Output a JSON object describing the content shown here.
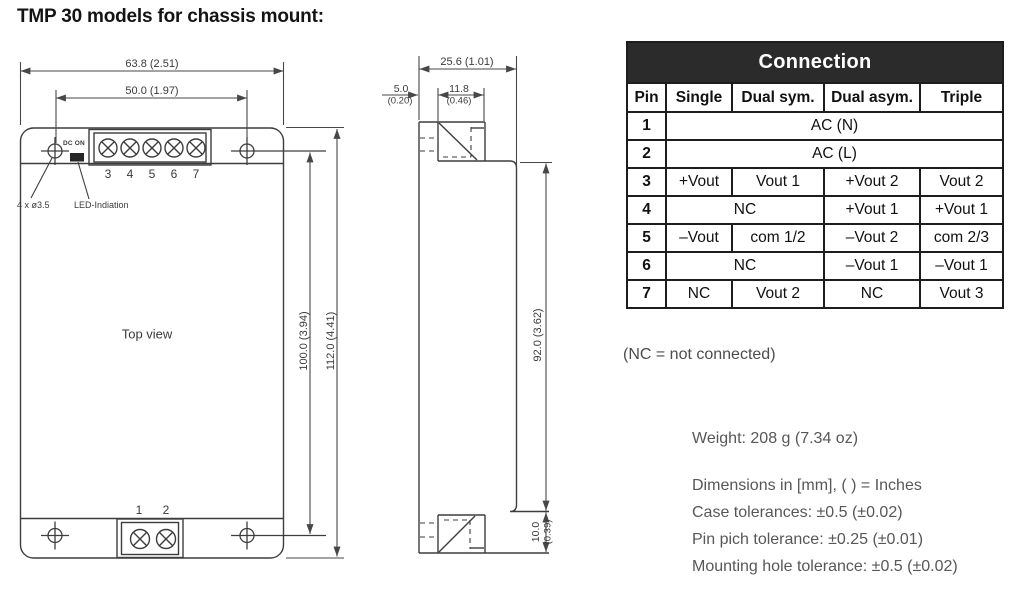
{
  "title": "TMP 30 models for chassis mount:",
  "front_view": {
    "view_label": "Top view",
    "dim_outer_width": "63.8 (2.51)",
    "dim_hole_width": "50.0 (1.97)",
    "dim_hole_height": "100.0 (3.94)",
    "dim_outer_height": "112.0 (4.41)",
    "led_status_label": "DC ON",
    "mounting_hole_note": "4 x ø3.5",
    "led_note": "LED-Indiation",
    "top_terminal_pins": [
      "3",
      "4",
      "5",
      "6",
      "7"
    ],
    "bottom_terminal_pins": [
      "1",
      "2"
    ]
  },
  "side_view": {
    "dim_depth": "25.6 (1.01)",
    "dim_terminal_offset_mm": "5.0",
    "dim_terminal_offset_in": "(0.20)",
    "dim_terminal_width_mm": "11.8",
    "dim_terminal_width_in": "(0.46)",
    "dim_body_height": "92.0 (3.62)",
    "dim_terminal_height_mm": "10.0",
    "dim_terminal_height_in": "(0.39)"
  },
  "connection_table": {
    "title": "Connection",
    "columns": [
      "Pin",
      "Single",
      "Dual sym.",
      "Dual asym.",
      "Triple"
    ],
    "rows": [
      {
        "pin": "1",
        "all": "AC (N)"
      },
      {
        "pin": "2",
        "all": "AC (L)"
      },
      {
        "pin": "3",
        "single": "+Vout",
        "dual_sym": "Vout 1",
        "dual_asym": "+Vout 2",
        "triple": "Vout 2"
      },
      {
        "pin": "4",
        "single_dual": "NC",
        "dual_asym": "+Vout 1",
        "triple": "+Vout 1"
      },
      {
        "pin": "5",
        "single": "–Vout",
        "dual_sym": "com 1/2",
        "dual_asym": "–Vout 2",
        "triple": "com 2/3"
      },
      {
        "pin": "6",
        "single_dual": "NC",
        "dual_asym": "–Vout 1",
        "triple": "–Vout 1"
      },
      {
        "pin": "7",
        "single": "NC",
        "dual_sym": "Vout 2",
        "dual_asym": "NC",
        "triple": "Vout 3"
      }
    ],
    "footnote": "(NC = not connected)"
  },
  "notes": {
    "weight": "Weight: 208 g (7.34 oz)",
    "units": "Dimensions in [mm], ( ) = Inches",
    "case_tolerance": "Case tolerances: ±0.5 (±0.02)",
    "pin_pitch_tolerance": "Pin pich tolerance: ±0.25 (±0.01)",
    "mounting_hole_tolerance": "Mounting hole tolerance: ±0.5 (±0.02)"
  }
}
